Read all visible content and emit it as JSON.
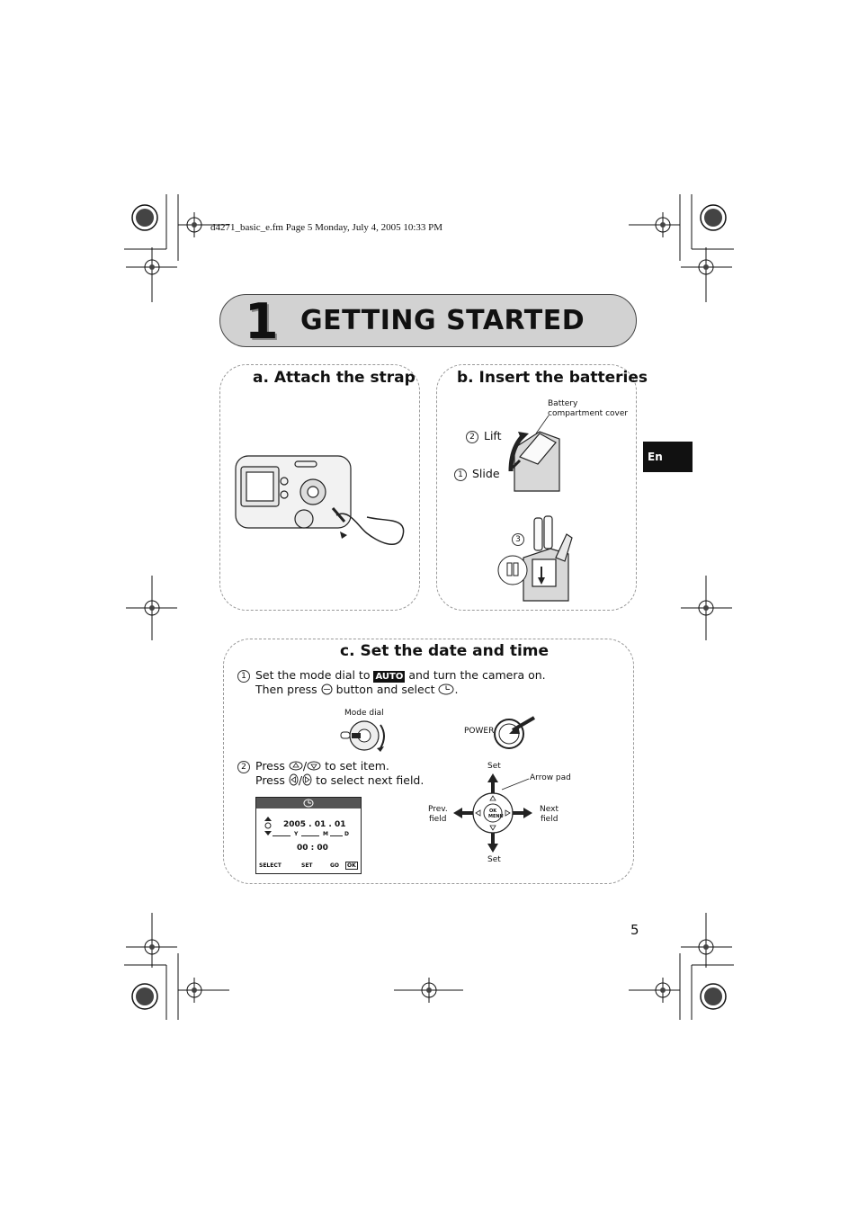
{
  "header": {
    "file_info": "d4271_basic_e.fm  Page 5  Monday, July 4, 2005  10:33 PM"
  },
  "chapter": {
    "number": "1",
    "title": "GETTING STARTED"
  },
  "language_tab": "En",
  "page_number": "5",
  "section_a": {
    "title": "a. Attach the strap"
  },
  "section_b": {
    "title": "b. Insert the batteries",
    "cover_label_line1": "Battery",
    "cover_label_line2": "compartment cover",
    "step1_num": "1",
    "step1_label": "Slide",
    "step2_num": "2",
    "step2_label": "Lift",
    "step3_num": "3"
  },
  "section_c": {
    "title": "c. Set the date and time",
    "step1_num": "1",
    "step1_line1_pre": "Set the mode dial to",
    "step1_auto": "AUTO",
    "step1_line1_post": "and turn the camera on.",
    "step1_line2_pre": "Then press",
    "step1_line2_mid": "button and select",
    "step1_line2_end": ".",
    "mode_dial_label": "Mode dial",
    "power_label": "POWER",
    "step2_num": "2",
    "step2_line1_pre": "Press",
    "step2_line1_post": "to set item.",
    "step2_line2_pre": "Press",
    "step2_line2_post": "to select next field.",
    "slash": "/",
    "arrow_pad_label": "Arrow pad",
    "set_top": "Set",
    "set_bottom": "Set",
    "prev_field_line1": "Prev.",
    "prev_field_line2": "field",
    "next_field_line1": "Next",
    "next_field_line2": "field",
    "ok_label": "OK",
    "menu_label": "MENU",
    "lcd": {
      "date": "2005 . 01 . 01",
      "y": "Y",
      "m": "M",
      "d": "D",
      "time": "00 : 00",
      "select": "SELECT",
      "set": "SET",
      "go": "GO",
      "ok": "OK"
    }
  }
}
